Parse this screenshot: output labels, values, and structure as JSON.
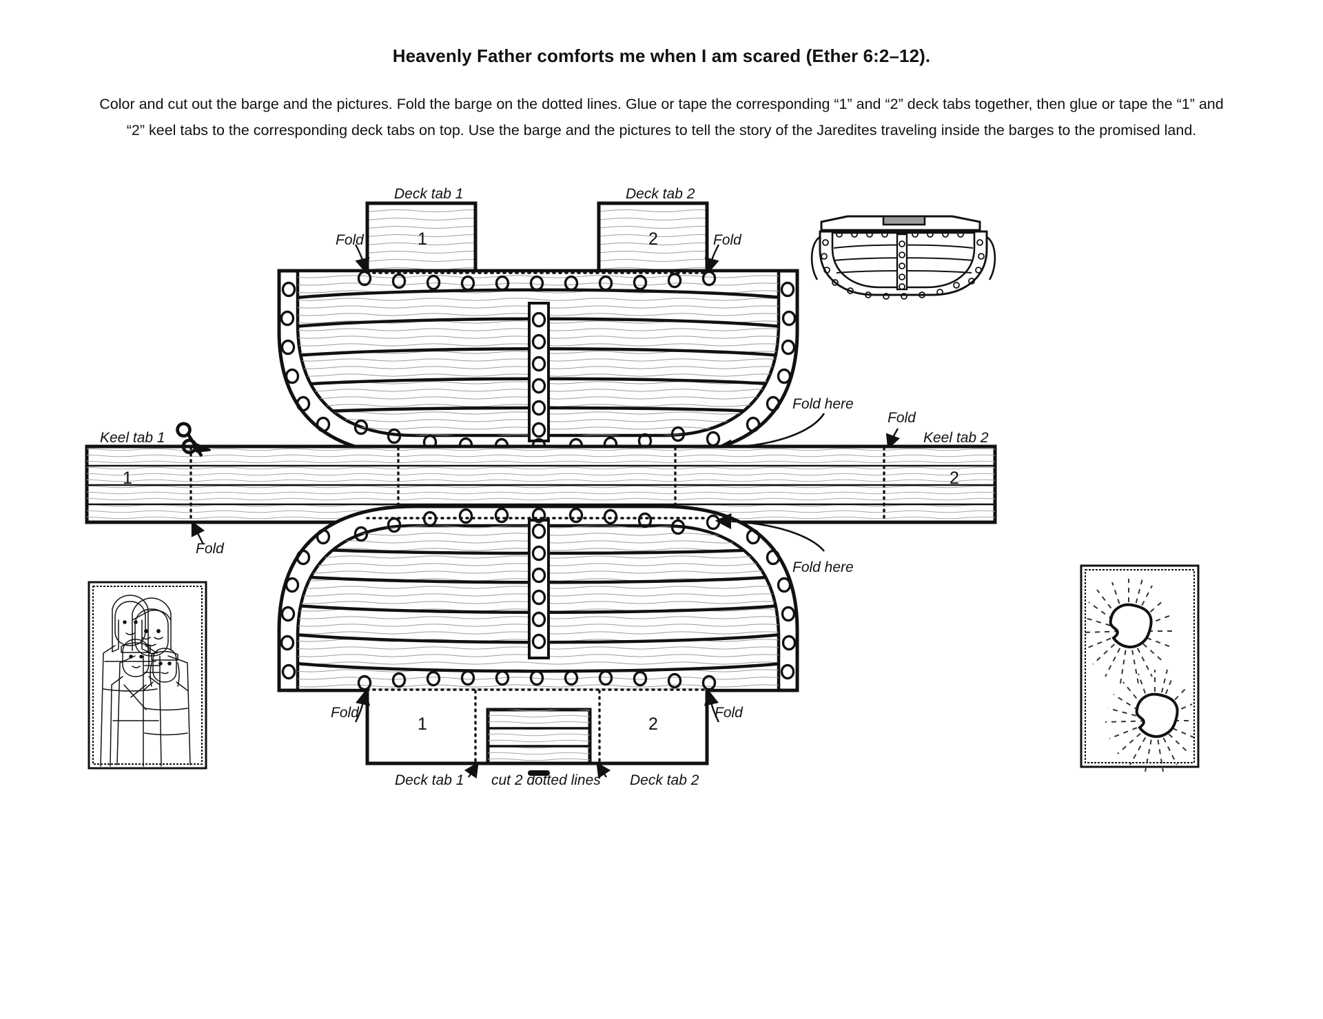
{
  "page": {
    "title": "Heavenly Father comforts me when I am scared (Ether 6:2–12).",
    "instructions": "Color and cut out the barge and the pictures. Fold the barge on the dotted lines. Glue or tape the corresponding “1” and “2” deck tabs together, then glue or tape the “1” and “2” keel tabs to the corresponding deck tabs on top. Use the barge and the pictures to tell the story of the Jaredites traveling inside the barges to the promised land.",
    "background_color": "#ffffff",
    "ink_color": "#111111"
  },
  "top_barge": {
    "deck_tab_1_label": "Deck tab 1",
    "deck_tab_1_number": "1",
    "deck_tab_2_label": "Deck tab 2",
    "deck_tab_2_number": "2",
    "fold_left_label": "Fold",
    "fold_right_label": "Fold",
    "fold_here_label": "Fold here"
  },
  "keel_strip": {
    "keel_tab_1_label": "Keel tab 1",
    "keel_tab_1_number": "1",
    "keel_tab_2_label": "Keel tab 2",
    "keel_tab_2_number": "2",
    "fold_left_label": "Fold",
    "fold_right_label": "Fold",
    "scissors_icon": "scissors-icon"
  },
  "bottom_barge": {
    "deck_tab_1_label": "Deck tab 1",
    "deck_tab_1_number": "1",
    "deck_tab_2_label": "Deck tab 2",
    "deck_tab_2_number": "2",
    "fold_left_label": "Fold",
    "fold_right_label": "Fold",
    "fold_here_label": "Fold here",
    "cut_label": "cut 2 dotted lines"
  },
  "pictures": {
    "family": {
      "name": "jaredite-family-picture"
    },
    "stones": {
      "name": "glowing-stones-picture"
    },
    "assembled_barge": {
      "name": "assembled-barge-illustration"
    }
  }
}
